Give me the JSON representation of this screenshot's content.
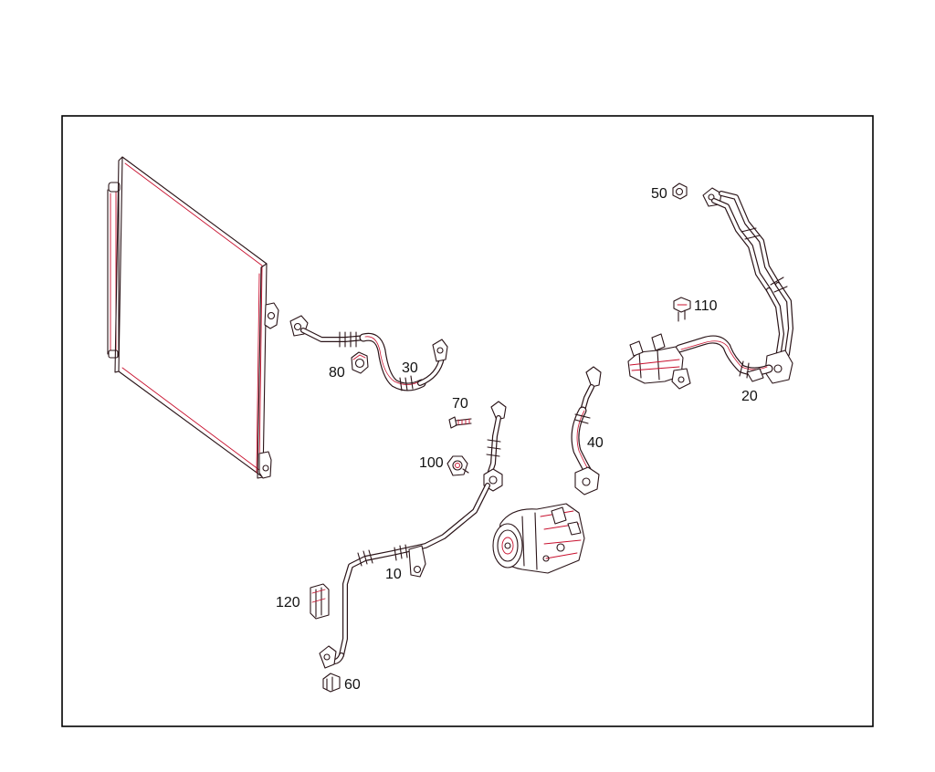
{
  "parts": {
    "p10": "10",
    "p20": "20",
    "p30": "30",
    "p40": "40",
    "p50": "50",
    "p60": "60",
    "p70": "70",
    "p80": "80",
    "p100": "100",
    "p110": "110",
    "p120": "120"
  },
  "colors": {
    "line": "#2a1418",
    "accent": "#c8102e",
    "background": "#ffffff"
  }
}
